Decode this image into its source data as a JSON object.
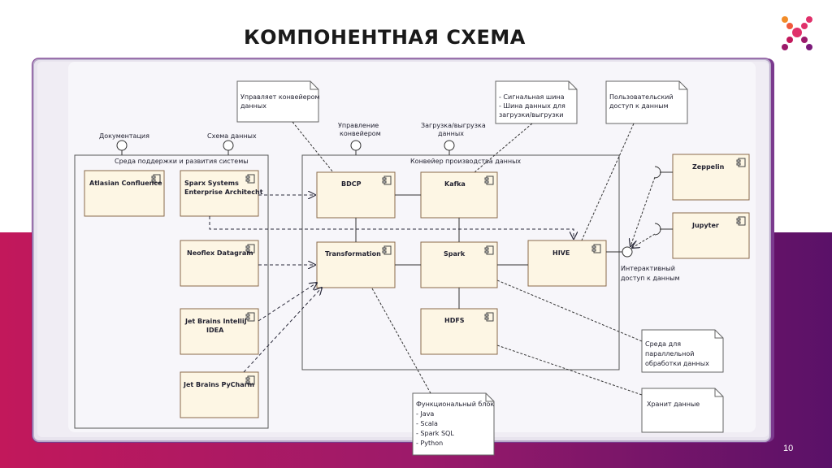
{
  "title": "КОМПОНЕНТНАЯ СХЕМА",
  "page_number": "10",
  "colors": {
    "accent_pink": "#c2185b",
    "accent_purple": "#5a1168",
    "box_fill": "#fdf6e4",
    "box_stroke": "#8a6a4a"
  },
  "packages": {
    "support": "Среда поддержки и развития системы",
    "pipeline": "Конвейер производства данных"
  },
  "interfaces": {
    "docs": "Документация",
    "schema": "Схема данных",
    "pipeline_mgmt_l1": "Управление",
    "pipeline_mgmt_l2": "конвейером",
    "load_l1": "Загрузка/выгрузка",
    "load_l2": "данных",
    "interactive_l1": "Интерактивный",
    "interactive_l2": "доступ к данным"
  },
  "components": {
    "confluence": "Atlasian Confluence",
    "sparx_l1": "Sparx Systems",
    "sparx_l2": "Enterprise Architecht",
    "neoflex": "Neoflex Datagram",
    "intellij_l1": "Jet Brains IntelliJ",
    "intellij_l2": "IDEA",
    "pycharm": "Jet Brains PyCharm",
    "bdcp": "BDCP",
    "kafka": "Kafka",
    "transformation": "Transformation",
    "spark": "Spark",
    "hive": "HIVE",
    "hdfs": "HDFS",
    "zeppelin": "Zeppelin",
    "jupyter": "Jupyter"
  },
  "notes": {
    "pipeline_note_l1": "Управляет конвейером",
    "pipeline_note_l2": "данных",
    "bus_l1": "- Сигнальная шина",
    "bus_l2": "- Шина данных для",
    "bus_l3": "загрузки/выгрузки",
    "user_access_l1": "Пользовательский",
    "user_access_l2": "доступ к данным",
    "parallel_l1": "Среда для",
    "parallel_l2": "параллельной",
    "parallel_l3": "обработки данных",
    "stores": "Хранит данные",
    "func_l1": "Функциональный блок",
    "func_l2": "- Java",
    "func_l3": "- Scala",
    "func_l4": "- Spark SQL",
    "func_l5": "- Python"
  }
}
